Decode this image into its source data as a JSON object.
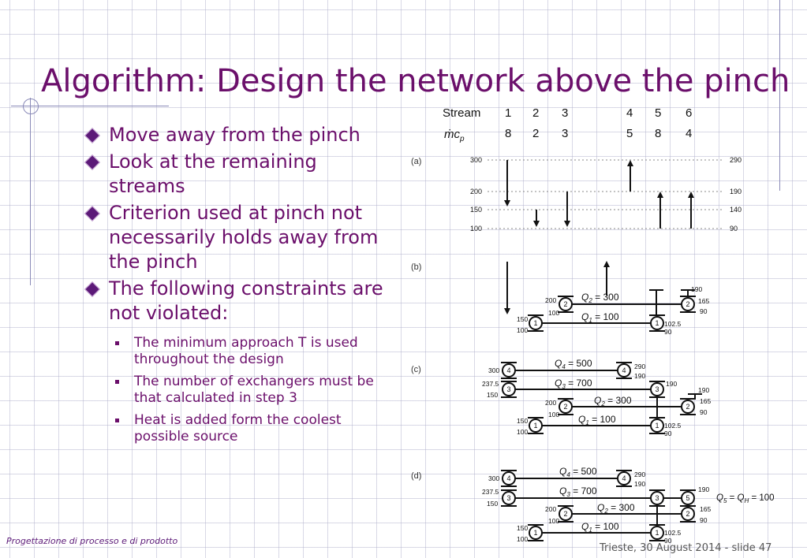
{
  "slide": {
    "title": "Algorithm: Design the network above the pinch",
    "bullets": [
      "Move away from the pinch",
      "Look at the remaining streams",
      "Criterion used at pinch not necessarily holds away from the pinch",
      "The following constraints are not violated:"
    ],
    "sub_bullets": [
      "The minimum approach T is used throughout the design",
      "The number of exchangers must be that calculated in step 3",
      "Heat is added form the coolest possible source"
    ],
    "footer_left": "Progettazione di processo e di prodotto",
    "footer_right": "Trieste,  30 August 2014 - slide 47"
  },
  "figure": {
    "header": {
      "stream_label": "Stream",
      "mcp_label": "ṁc",
      "mcp_sub": "p",
      "streams": [
        "1",
        "2",
        "3",
        "4",
        "5",
        "6"
      ],
      "mcp": [
        "8",
        "2",
        "3",
        "5",
        "8",
        "4"
      ]
    },
    "panel_labels": [
      "(a)",
      "(b)",
      "(c)",
      "(d)"
    ],
    "panel_a": {
      "left_temps": [
        "300",
        "200",
        "150",
        "100"
      ],
      "right_temps": [
        "290",
        "190",
        "140",
        "90"
      ]
    },
    "panel_b": {
      "labels": [
        "200",
        "100",
        "150",
        "100",
        "190",
        "165",
        "90",
        "102.5",
        "90"
      ],
      "units": [
        "2",
        "1",
        "2",
        "1"
      ],
      "duties": [
        {
          "sym": "Q",
          "sub": "2",
          "val": " = 300"
        },
        {
          "sym": "Q",
          "sub": "1",
          "val": " = 100"
        }
      ]
    },
    "panel_c": {
      "labels": [
        "300",
        "237.5",
        "150",
        "290",
        "190",
        "190",
        "190",
        "165",
        "90",
        "200",
        "100",
        "150",
        "100",
        "102.5",
        "90"
      ],
      "units": [
        "4",
        "4",
        "3",
        "3",
        "2",
        "2",
        "1",
        "1"
      ],
      "duties": [
        {
          "sym": "Q",
          "sub": "4",
          "val": " = 500"
        },
        {
          "sym": "Q",
          "sub": "3",
          "val": " = 700"
        },
        {
          "sym": "Q",
          "sub": "2",
          "val": " = 300"
        },
        {
          "sym": "Q",
          "sub": "1",
          "val": " = 100"
        }
      ]
    },
    "panel_d": {
      "labels": [
        "300",
        "237.5",
        "150",
        "290",
        "190",
        "190",
        "165",
        "90",
        "200",
        "100",
        "150",
        "100",
        "102.5",
        "90"
      ],
      "units": [
        "4",
        "4",
        "3",
        "3",
        "5",
        "2",
        "2",
        "1",
        "1"
      ],
      "duties": [
        {
          "sym": "Q",
          "sub": "4",
          "val": " = 500"
        },
        {
          "sym": "Q",
          "sub": "3",
          "val": " = 700"
        },
        {
          "sym": "Q",
          "sub": "2",
          "val": " = 300"
        },
        {
          "sym": "Q",
          "sub": "1",
          "val": " = 100"
        }
      ],
      "qh": {
        "q": "Q",
        "s5": "5",
        "eq": " = ",
        "q2": "Q",
        "sh": "H",
        "val": " = 100"
      }
    }
  }
}
